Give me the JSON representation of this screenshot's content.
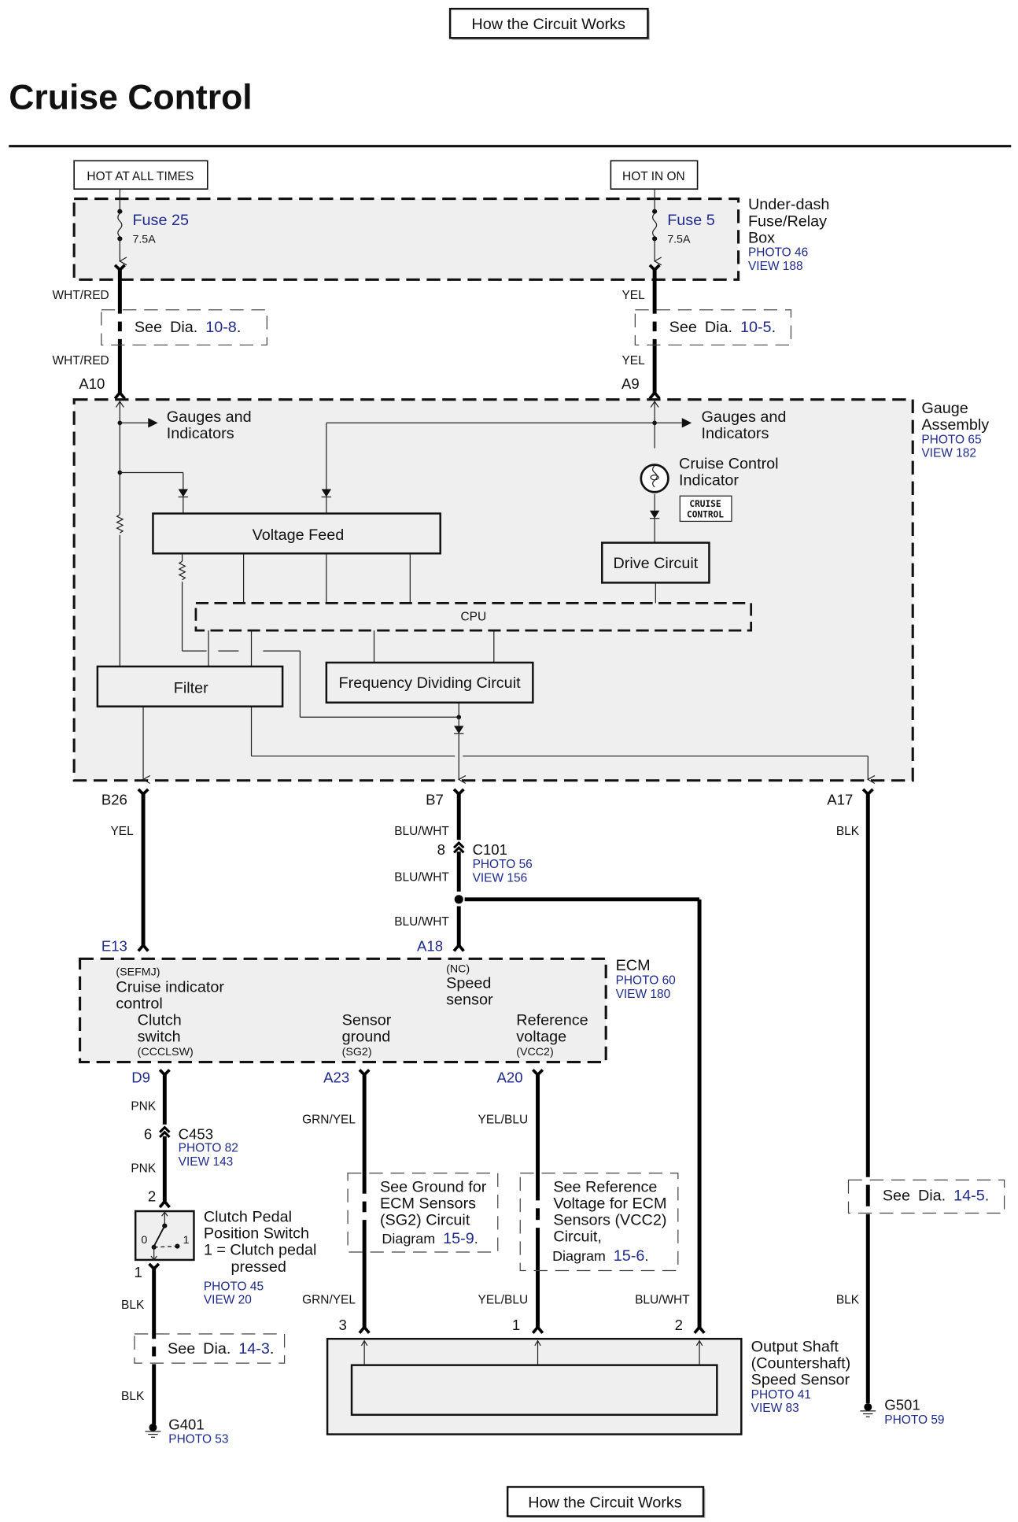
{
  "nav": {
    "top_button": "How the Circuit Works",
    "bottom_button": "How the Circuit Works"
  },
  "title": "Cruise Control",
  "power": {
    "left": "HOT AT ALL TIMES",
    "right": "HOT IN ON"
  },
  "fuse_box": {
    "fuse_left": {
      "name": "Fuse 25",
      "rating": "7.5A"
    },
    "fuse_right": {
      "name": "Fuse 5",
      "rating": "7.5A"
    },
    "label": [
      "Under-dash",
      "Fuse/Relay",
      "Box"
    ],
    "photo": "PHOTO 46",
    "view": "VIEW 188"
  },
  "wires_top": {
    "left_color": "WHT/RED",
    "right_color": "YEL",
    "left_ref": {
      "see": "See",
      "dia": "Dia.",
      "num": "10-8",
      "dot": "."
    },
    "right_ref": {
      "see": "See",
      "dia": "Dia.",
      "num": "10-5",
      "dot": "."
    },
    "left_pin": "A10",
    "right_pin": "A9"
  },
  "gauge": {
    "label": [
      "Gauge",
      "Assembly"
    ],
    "photo": "PHOTO 65",
    "view": "VIEW 182",
    "gauges_left": [
      "Gauges and",
      "Indicators"
    ],
    "gauges_right": [
      "Gauges and",
      "Indicators"
    ],
    "indicator": [
      "Cruise Control",
      "Indicator"
    ],
    "indicator_badge": [
      "CRUISE",
      "CONTROL"
    ],
    "voltage_feed": "Voltage Feed",
    "drive_circuit": "Drive Circuit",
    "cpu": "CPU",
    "filter": "Filter",
    "freq_div": "Frequency Dividing Circuit",
    "pins": {
      "b26": "B26",
      "b7": "B7",
      "a17": "A17"
    }
  },
  "mid_wires": {
    "b26_color": "YEL",
    "b7_color_1": "BLU/WHT",
    "b7_color_2": "BLU/WHT",
    "b7_color_3": "BLU/WHT",
    "a17_color": "BLK",
    "c101": {
      "pin": "8",
      "name": "C101",
      "photo": "PHOTO 56",
      "view": "VIEW 156"
    }
  },
  "ecm": {
    "label": "ECM",
    "photo": "PHOTO 60",
    "view": "VIEW 180",
    "pin_e13": "E13",
    "pin_a18": "A18",
    "sefmj": "(SEFMJ)",
    "cruise_ind": [
      "Cruise indicator",
      "control"
    ],
    "nc": "(NC)",
    "speed": [
      "Speed",
      "sensor"
    ],
    "clutch": [
      "Clutch",
      "switch"
    ],
    "ccclsw": "(CCCLSW)",
    "sensor_gnd": [
      "Sensor",
      "ground"
    ],
    "sg2": "(SG2)",
    "ref_volt": [
      "Reference",
      "voltage"
    ],
    "vcc2": "(VCC2)",
    "pin_d9": "D9",
    "pin_a23": "A23",
    "pin_a20": "A20"
  },
  "lower": {
    "pnk_1": "PNK",
    "pnk_2": "PNK",
    "c453": {
      "pin": "6",
      "name": "C453",
      "photo": "PHOTO 82",
      "view": "VIEW 143"
    },
    "switch_pin_top": "2",
    "switch_pin_bottom": "1",
    "switch_label": [
      "Clutch Pedal",
      "Position Switch",
      "1 = Clutch pedal",
      "pressed"
    ],
    "switch_photo": "PHOTO 45",
    "switch_view": "VIEW 20",
    "switch_pos0": "0",
    "switch_pos1": "1",
    "blk_1": "BLK",
    "blk_2": "BLK",
    "ref_14_3": {
      "see": "See",
      "dia": "Dia.",
      "num": "14-3",
      "dot": "."
    },
    "g401": {
      "name": "G401",
      "photo": "PHOTO 53"
    },
    "grn_yel_1": "GRN/YEL",
    "grn_yel_2": "GRN/YEL",
    "yel_blu_1": "YEL/BLU",
    "yel_blu_2": "YEL/BLU",
    "blu_wht": "BLU/WHT",
    "sg2_ref": {
      "lines": [
        "See Ground for",
        "ECM Sensors",
        "(SG2) Circuit"
      ],
      "diagram": "Diagram",
      "num": "15-9",
      "dot": "."
    },
    "vcc2_ref": {
      "lines": [
        "See Reference",
        "Voltage for ECM",
        "Sensors (VCC2)",
        "Circuit,"
      ],
      "diagram": "Diagram",
      "num": "15-6",
      "dot": "."
    },
    "blk_a17": "BLK",
    "ref_14_5": {
      "see": "See",
      "dia": "Dia.",
      "num": "14-5",
      "dot": "."
    },
    "sensor_pins": [
      "3",
      "1",
      "2"
    ],
    "sensor_label": [
      "Output Shaft",
      "(Countershaft)",
      "Speed Sensor"
    ],
    "sensor_photo": "PHOTO 41",
    "sensor_view": "VIEW 83",
    "g501": {
      "name": "G501",
      "photo": "PHOTO 59"
    }
  },
  "colors": {
    "link_blue": "#1f2a8c",
    "box_fill": "#efefef"
  }
}
